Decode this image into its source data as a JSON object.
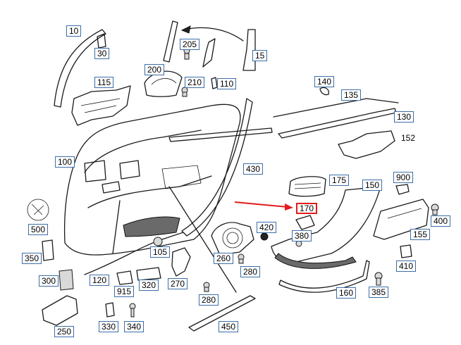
{
  "callouts": {
    "c10": "10",
    "c30": "30",
    "c15": "15",
    "c205": "205",
    "c200": "200",
    "c115": "115",
    "c210": "210",
    "c110": "110",
    "c140": "140",
    "c135": "135",
    "c130": "130",
    "c100": "100",
    "c430": "430",
    "c175": "175",
    "c900": "900",
    "c150": "150",
    "c170": "170",
    "c420": "420",
    "c380": "380",
    "c400": "400",
    "c155": "155",
    "c500": "500",
    "c350": "350",
    "c105": "105",
    "c260": "260",
    "c410": "410",
    "c300": "300",
    "c120": "120",
    "c915": "915",
    "c320": "320",
    "c270": "270",
    "c280a": "280",
    "c280b": "280",
    "c160": "160",
    "c385": "385",
    "c250": "250",
    "c330": "330",
    "c340": "340",
    "c450": "450"
  },
  "unboxed": {
    "c152": "152"
  },
  "highlight": {
    "part": "170",
    "arrow_color": "#e21b1b"
  },
  "colors": {
    "callout_border": "#3b6ea8",
    "line": "#1a1a1a"
  }
}
